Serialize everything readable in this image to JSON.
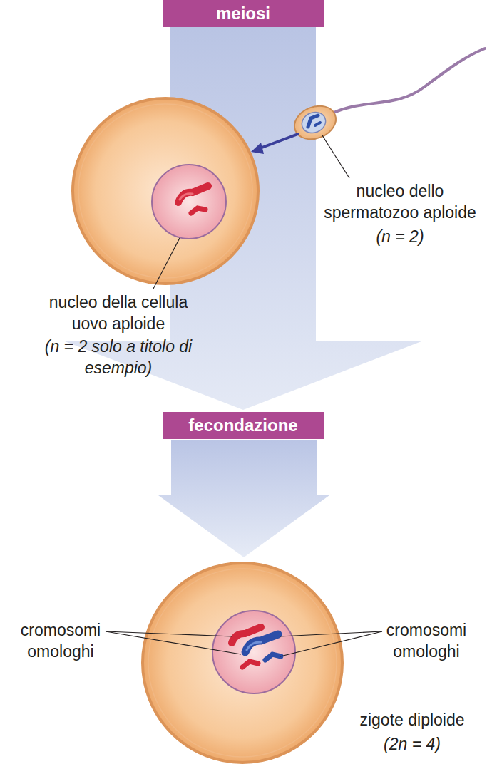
{
  "diagram": {
    "nodes": [
      {
        "text": [
          "meiosi"
        ]
      },
      {
        "text": [
          "fecondazione"
        ]
      }
    ],
    "edges": [
      {
        "from": 0,
        "to": 1,
        "arrow": "to"
      }
    ],
    "labels": [
      "nucleo dello spermatozoo aploide",
      "(n = 2)",
      "nucleo della cellula uovo aploide",
      "(n = 2 solo a titolo di esempio)",
      "cromosomi omologhi",
      "cromosomi omologhi",
      "zigote diploide",
      "(2n = 4)"
    ]
  }
}
